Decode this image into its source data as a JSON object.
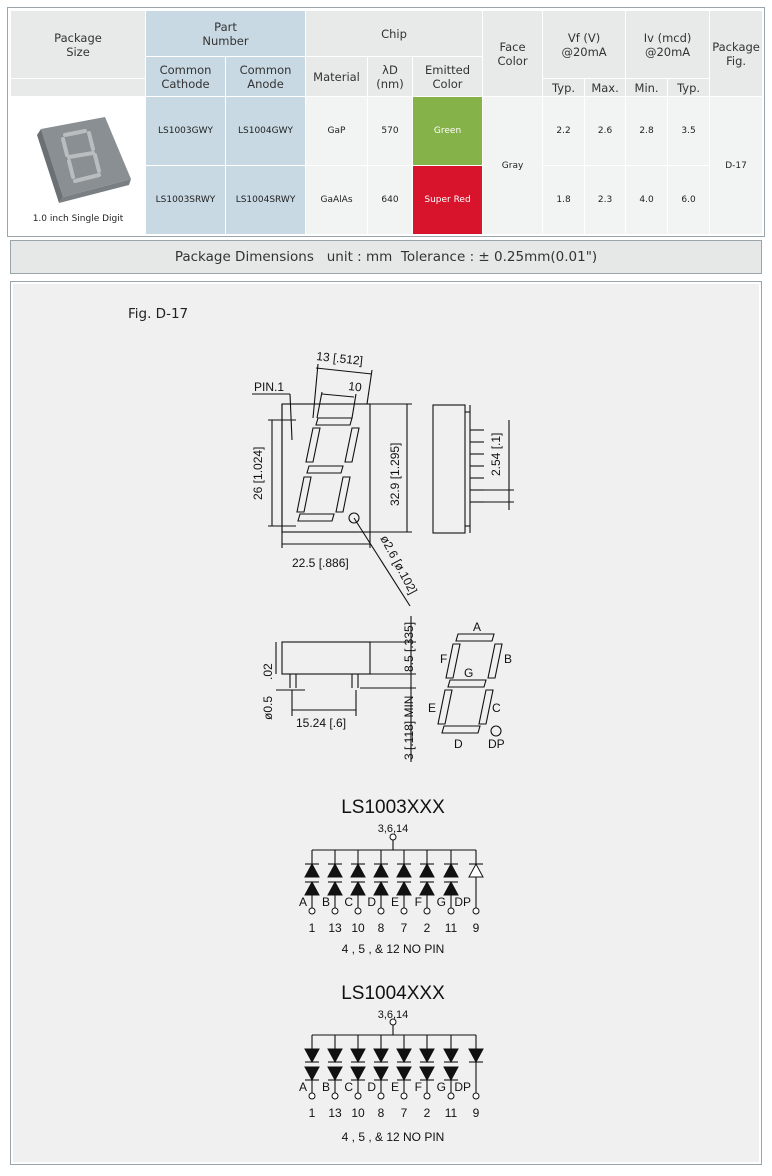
{
  "table": {
    "headers": {
      "package_size": "Package\nSize",
      "part_number": "Part\nNumber",
      "common_cathode": "Common\nCathode",
      "common_anode": "Common\nAnode",
      "chip": "Chip",
      "material": "Material",
      "wavelength": "λD\n(nm)",
      "emitted_color": "Emitted\nColor",
      "face_color": "Face\nColor",
      "vf": "Vf (V)\n@20mA",
      "iv": "Iv (mcd)\n@20mA",
      "package_fig": "Package\nFig.",
      "vf_typ": "Typ.",
      "vf_max": "Max.",
      "iv_min": "Min.",
      "iv_typ": "Typ."
    },
    "package_caption": "1.0 inch Single Digit",
    "face_color": "Gray",
    "package_fig": "D-17",
    "rows": [
      {
        "cathode": "LS1003GWY",
        "anode": "LS1004GWY",
        "material": "GaP",
        "wavelength": "570",
        "color": "Green",
        "vf_typ": "2.2",
        "vf_max": "2.6",
        "iv_min": "2.8",
        "iv_typ": "3.5"
      },
      {
        "cathode": "LS1003SRWY",
        "anode": "LS1004SRWY",
        "material": "GaAlAs",
        "wavelength": "640",
        "color": "Super Red",
        "vf_typ": "1.8",
        "vf_max": "2.3",
        "iv_min": "4.0",
        "iv_typ": "6.0"
      }
    ]
  },
  "dimensions_bar": "Package Dimensions   unit : mm  Tolerance : ± 0.25mm(0.01\")",
  "figure": {
    "label": "Fig. D-17",
    "dims": {
      "top_width": "13 [.512]",
      "segment_width": "10",
      "pin1": "PIN.1",
      "left_height": "26 [1.024]",
      "right_height": "32.9 [1.295]",
      "bottom_width": "22.5 [.886]",
      "dp_diameter": "ø2.6 [ø.102]",
      "pin_pitch": "2.54 [.1]",
      "side_height": "8.5 [.335]",
      "lead_length": "3 [.118] MIN",
      "lead_thickness": ".02",
      "lead_diameter": "ø0.5",
      "lead_span": "15.24 [.6]"
    },
    "segment_labels": [
      "A",
      "B",
      "C",
      "D",
      "E",
      "F",
      "G",
      "DP"
    ]
  },
  "circuits": [
    {
      "title": "LS1003XXX",
      "common_pins": "3,6,14",
      "segments": [
        "A",
        "B",
        "C",
        "D",
        "E",
        "F",
        "G",
        "DP"
      ],
      "pins": [
        "1",
        "13",
        "10",
        "8",
        "7",
        "2",
        "11",
        "9"
      ],
      "note": "4 , 5 , & 12  NO PIN"
    },
    {
      "title": "LS1004XXX",
      "common_pins": "3,6,14",
      "segments": [
        "A",
        "B",
        "C",
        "D",
        "E",
        "F",
        "G",
        "DP"
      ],
      "pins": [
        "1",
        "13",
        "10",
        "8",
        "7",
        "2",
        "11",
        "9"
      ],
      "note": "4 , 5 , & 12  NO PIN"
    }
  ]
}
